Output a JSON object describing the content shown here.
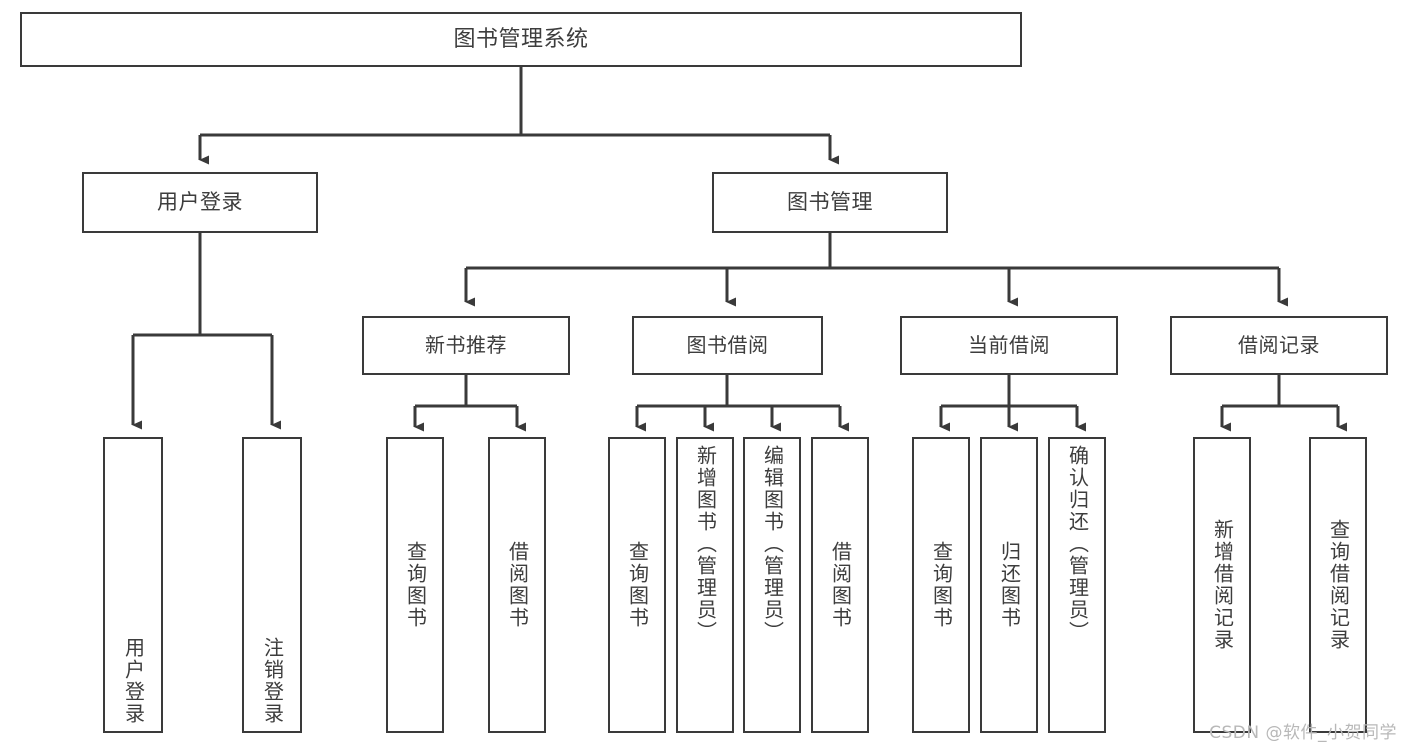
{
  "diagram": {
    "title": "图书管理系统",
    "type": "tree-hierarchy",
    "watermark": "CSDN @软件_小贺同学",
    "colors": {
      "box_border": "#3a3a3a",
      "box_fill": "#ffffff",
      "edge": "#3a3a3a",
      "text": "#3d3d3d",
      "watermark": "#b8b8b8"
    },
    "root": {
      "label": "图书管理系统"
    },
    "level1": [
      {
        "id": "user-login",
        "label": "用户登录"
      },
      {
        "id": "book-manage",
        "label": "图书管理"
      }
    ],
    "level2": [
      {
        "id": "new-book-recommend",
        "label": "新书推荐",
        "parent": "book-manage"
      },
      {
        "id": "book-borrow",
        "label": "图书借阅",
        "parent": "book-manage"
      },
      {
        "id": "current-borrow",
        "label": "当前借阅",
        "parent": "book-manage"
      },
      {
        "id": "borrow-record",
        "label": "借阅记录",
        "parent": "book-manage"
      }
    ],
    "leaves": {
      "user-login": [
        {
          "id": "leaf-user-login",
          "label": "用户登录"
        },
        {
          "id": "leaf-user-logout",
          "label": "注销登录"
        }
      ],
      "new-book-recommend": [
        {
          "id": "leaf-query-book-1",
          "label": "查询图书"
        },
        {
          "id": "leaf-borrow-book-1",
          "label": "借阅图书"
        }
      ],
      "book-borrow": [
        {
          "id": "leaf-query-book-2",
          "label": "查询图书"
        },
        {
          "id": "leaf-add-book",
          "label": "新增图书（管理员）"
        },
        {
          "id": "leaf-edit-book",
          "label": "编辑图书（管理员）"
        },
        {
          "id": "leaf-borrow-book-2",
          "label": "借阅图书"
        }
      ],
      "current-borrow": [
        {
          "id": "leaf-query-book-3",
          "label": "查询图书"
        },
        {
          "id": "leaf-return-book",
          "label": "归还图书"
        },
        {
          "id": "leaf-confirm-return",
          "label": "确认归还（管理员）"
        }
      ],
      "borrow-record": [
        {
          "id": "leaf-add-record",
          "label": "新增借阅记录"
        },
        {
          "id": "leaf-query-record",
          "label": "查询借阅记录"
        }
      ]
    }
  }
}
